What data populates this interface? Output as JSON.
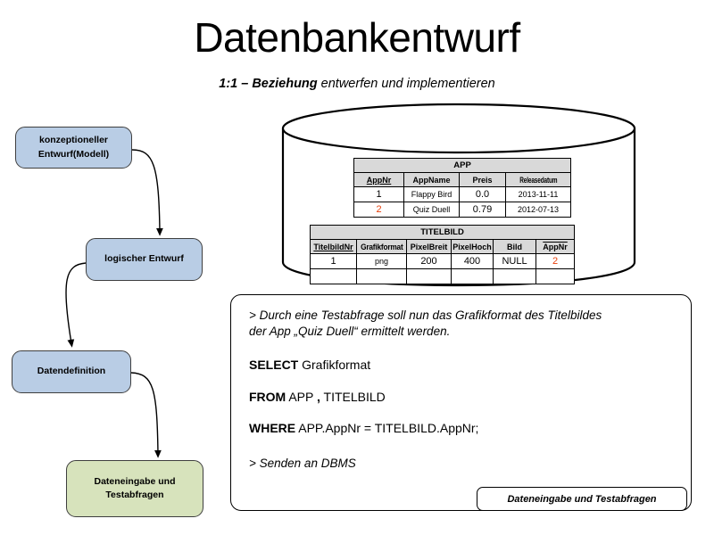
{
  "slide": {
    "title": "Datenbankentwurf",
    "subtitle_strong": "1:1 – Beziehung",
    "subtitle_rest": " entwerfen und implementieren"
  },
  "colors": {
    "box_blue": "#b9cde5",
    "box_green": "#d7e3bc",
    "table_header_gray": "#d9d9d9",
    "highlight_red": "#e8400c",
    "outline": "#000000"
  },
  "flowchart": {
    "steps": [
      {
        "label": "konzeptioneller\nEntwurf(Modell)",
        "line1": "konzeptioneller",
        "line2": "Entwurf(Modell)",
        "color": "blue"
      },
      {
        "label": "logischer Entwurf",
        "line1": "logischer Entwurf",
        "line2": "",
        "color": "blue"
      },
      {
        "label": "Datendefinition",
        "line1": "Datendefinition",
        "line2": "",
        "color": "blue"
      },
      {
        "label": "Dateneingabe und Testabfragen",
        "line1": "Dateneingabe und",
        "line2": "Testabfragen",
        "color": "green"
      }
    ]
  },
  "database": {
    "shape": "cylinder",
    "tables": [
      {
        "name": "APP",
        "caption": "APP",
        "columns": [
          {
            "label": "AppNr",
            "key": "pk"
          },
          {
            "label": "AppName",
            "key": ""
          },
          {
            "label": "Preis",
            "key": ""
          },
          {
            "label": "Releasedatum",
            "key": ""
          }
        ],
        "rows": [
          [
            {
              "value": "1",
              "highlight": false
            },
            {
              "value": "Flappy Bird",
              "highlight": false
            },
            {
              "value": "0.0",
              "highlight": false
            },
            {
              "value": "2013-11-11",
              "highlight": false
            }
          ],
          [
            {
              "value": "2",
              "highlight": true
            },
            {
              "value": "Quiz Duell",
              "highlight": false
            },
            {
              "value": "0.79",
              "highlight": false
            },
            {
              "value": "2012-07-13",
              "highlight": false
            }
          ]
        ]
      },
      {
        "name": "TITELBILD",
        "caption": "TITELBILD",
        "columns": [
          {
            "label": "TitelbildNr",
            "key": "pk"
          },
          {
            "label": "Grafikformat",
            "key": ""
          },
          {
            "label": "PixelBreit",
            "key": ""
          },
          {
            "label": "PixelHoch",
            "key": ""
          },
          {
            "label": "Bild",
            "key": ""
          },
          {
            "label": "AppNr",
            "key": "fk"
          }
        ],
        "rows": [
          [
            {
              "value": "1",
              "highlight": false
            },
            {
              "value": "png",
              "highlight": false
            },
            {
              "value": "200",
              "highlight": false
            },
            {
              "value": "400",
              "highlight": false
            },
            {
              "value": "NULL",
              "highlight": false
            },
            {
              "value": "2",
              "highlight": true
            }
          ],
          [
            {
              "value": "",
              "highlight": false
            },
            {
              "value": "",
              "highlight": false
            },
            {
              "value": "",
              "highlight": false
            },
            {
              "value": "",
              "highlight": false
            },
            {
              "value": "",
              "highlight": false
            },
            {
              "value": "",
              "highlight": false
            }
          ]
        ]
      }
    ]
  },
  "sql_panel": {
    "note_line1": "> Durch eine Testabfrage soll nun das Grafikformat des Titelbildes",
    "note_line2": "der App „Quiz Duell“ ermittelt werden.",
    "statement": {
      "select_kw": "SELECT",
      "select_rest": " Grafikformat",
      "from_kw": "FROM",
      "from_rest_a": " APP ",
      "from_comma": ",",
      "from_rest_b": " TITELBILD",
      "where_kw": "WHERE",
      "where_rest": " APP.AppNr = TITELBILD.AppNr;"
    },
    "send_note": "> Senden an DBMS"
  },
  "bottom_label": {
    "text": "Dateneingabe und Testabfragen"
  }
}
